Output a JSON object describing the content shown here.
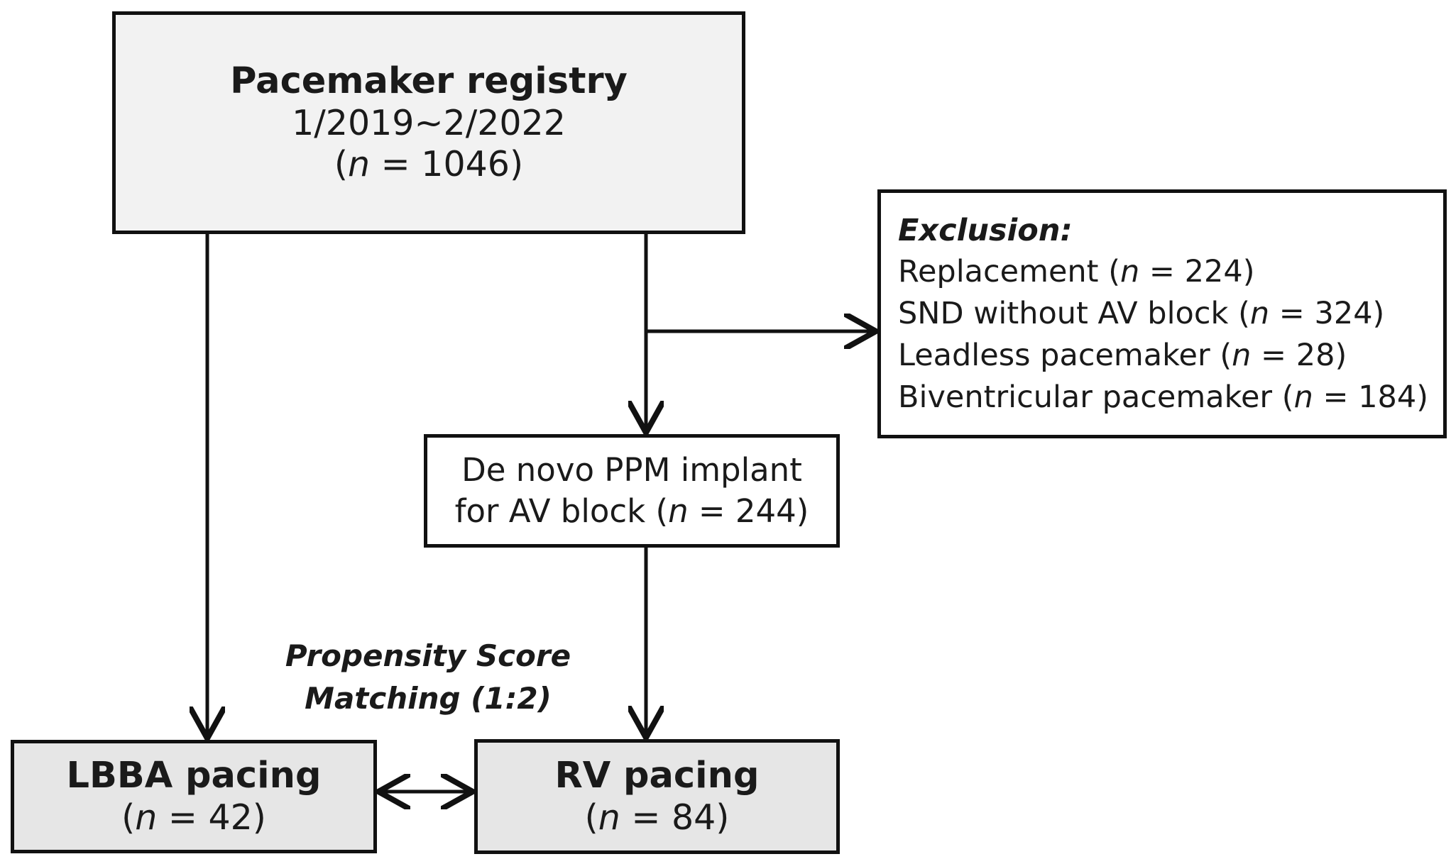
{
  "registry": {
    "title": "Pacemaker registry",
    "period": "1/2019~2/2022",
    "n_prefix": "(",
    "n_symbol": "n",
    "n_suffix": " = 1046)"
  },
  "exclusion": {
    "heading": "Exclusion:",
    "items": [
      {
        "label": "Replacement  (",
        "n_symbol": "n",
        "n_suffix": " = 224)"
      },
      {
        "label": "SND without AV block (",
        "n_symbol": "n",
        "n_suffix": " = 324)"
      },
      {
        "label": "Leadless pacemaker (",
        "n_symbol": "n",
        "n_suffix": " = 28)"
      },
      {
        "label": "Biventricular pacemaker (",
        "n_symbol": "n",
        "n_suffix": " = 184)"
      }
    ]
  },
  "denovo": {
    "line1": "De novo PPM implant",
    "line2_prefix": "for AV block (",
    "n_symbol": "n",
    "n_suffix": " = 244)"
  },
  "matching": {
    "line1": "Propensity Score",
    "line2": "Matching (1:2)"
  },
  "lbba": {
    "title": "LBBA pacing",
    "n_prefix": "(",
    "n_symbol": "n",
    "n_suffix": " = 42)"
  },
  "rv": {
    "title": "RV pacing",
    "n_prefix": "(",
    "n_symbol": "n",
    "n_suffix": " = 84)"
  }
}
